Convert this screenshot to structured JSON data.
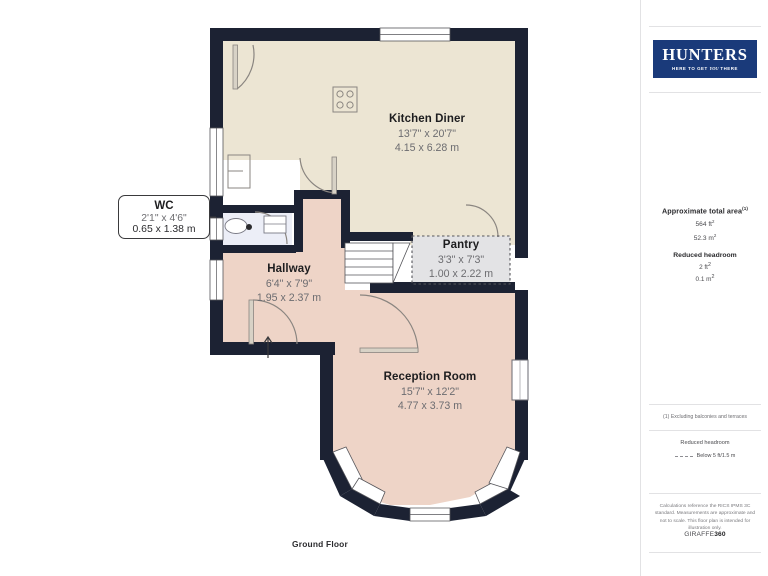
{
  "floor_plan": {
    "floor_title": "Ground Floor",
    "rooms": [
      {
        "name": "Kitchen Diner",
        "imperial": "13'7\" x 20'7\"",
        "metric": "4.15 x 6.28 m",
        "fill": "#ece5d3"
      },
      {
        "name": "WC",
        "imperial": "2'1\" x 4'6\"",
        "metric": "0.65 x 1.38 m",
        "fill": "#ffffff"
      },
      {
        "name": "Hallway",
        "imperial": "6'4\" x 7'9\"",
        "metric": "1.95 x 2.37 m",
        "fill": "#eed4c7"
      },
      {
        "name": "Pantry",
        "imperial": "3'3\" x 7'3\"",
        "metric": "1.00 x 2.22 m",
        "fill": "#e3e3e5"
      },
      {
        "name": "Reception Room",
        "imperial": "15'7\" x 12'2\"",
        "metric": "4.77 x 3.73 m",
        "fill": "#eed4c7"
      }
    ],
    "colors": {
      "wall": "#1c2233",
      "kitchen_fill": "#ece5d3",
      "living_fill": "#eed4c7",
      "pantry_fill": "#e3e3e5",
      "fixture_fill": "#dfe3f0",
      "door_line": "#8a8580",
      "window_fill": "#ffffff"
    }
  },
  "sidebar": {
    "logo": {
      "word": "HUNTERS",
      "tagline_pre": "HERE TO GET ",
      "tagline_em": "YOU",
      "tagline_post": " THERE"
    },
    "area": {
      "total_label": "Approximate total area",
      "total_label_sup": "(1)",
      "total_sqft": "564 ft",
      "total_sqft_sup": "2",
      "total_sqm": "52.3 m",
      "total_sqm_sup": "2",
      "reduced_label": "Reduced headroom",
      "reduced_sqft": "2 ft",
      "reduced_sqft_sup": "2",
      "reduced_sqm": "0.1 m",
      "reduced_sqm_sup": "2"
    },
    "note_1": "(1) Excluding balconies and terraces",
    "legend": {
      "title": "Reduced headroom",
      "entry": "Below 5 ft/1.5 m"
    },
    "disclaimer": "Calculations reference the RICS IPMS 3C standard. Measurements are approximate and not to scale. This floor plan is intended for illustration only.",
    "provider_pre": "GIRAFFE",
    "provider_post": "360"
  }
}
